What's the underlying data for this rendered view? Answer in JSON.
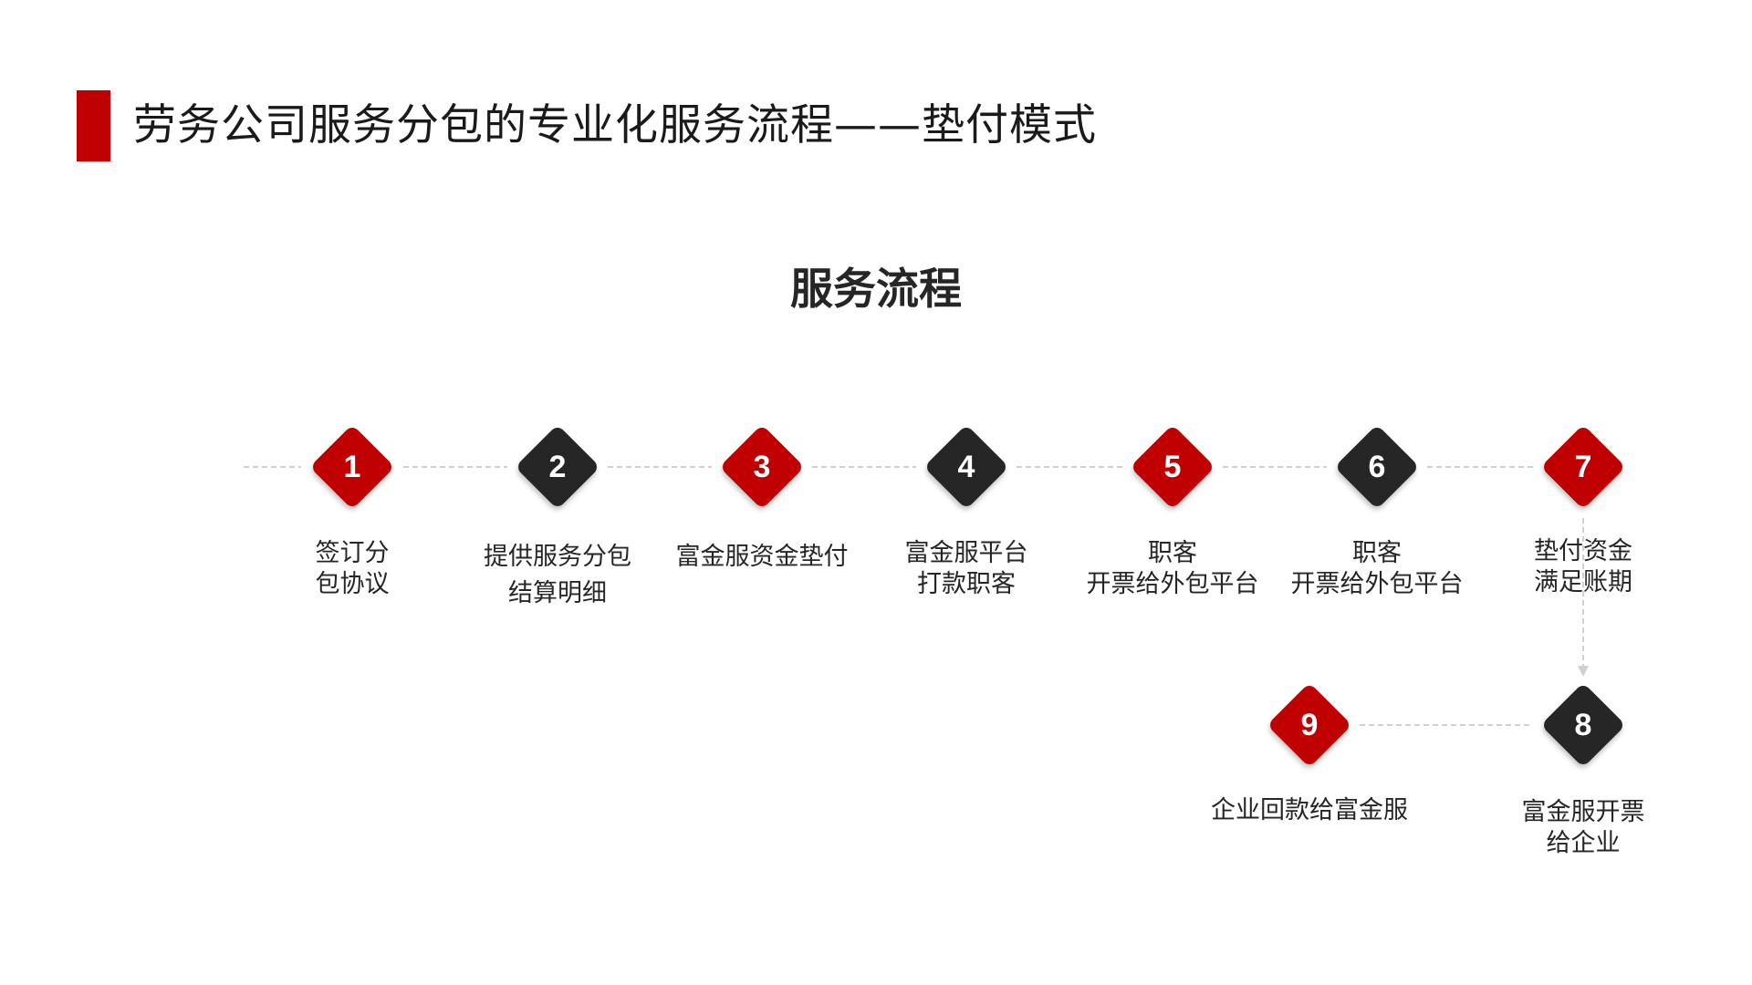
{
  "title": "劳务公司服务分包的专业化服务流程——垫付模式",
  "section_title": "服务流程",
  "colors": {
    "accent": "#c00000",
    "dark": "#262626",
    "connector": "#d0d0d0"
  },
  "steps": [
    {
      "num": "1",
      "color": "red",
      "lines": [
        "签订分",
        "包协议"
      ]
    },
    {
      "num": "2",
      "color": "dark",
      "lines": [
        "提供服务分包",
        "结算明细"
      ]
    },
    {
      "num": "3",
      "color": "red",
      "lines": [
        "富金服资金垫付"
      ]
    },
    {
      "num": "4",
      "color": "dark",
      "lines": [
        "富金服平台",
        "打款职客"
      ]
    },
    {
      "num": "5",
      "color": "red",
      "lines": [
        "职客",
        "开票给外包平台"
      ]
    },
    {
      "num": "6",
      "color": "dark",
      "lines": [
        "职客",
        "开票给外包平台"
      ]
    },
    {
      "num": "7",
      "color": "red",
      "lines": [
        "垫付资金",
        "满足账期"
      ]
    },
    {
      "num": "8",
      "color": "dark",
      "lines": [
        "富金服开票",
        "给企业"
      ]
    },
    {
      "num": "9",
      "color": "red",
      "lines": [
        "企业回款给富金服"
      ]
    }
  ]
}
